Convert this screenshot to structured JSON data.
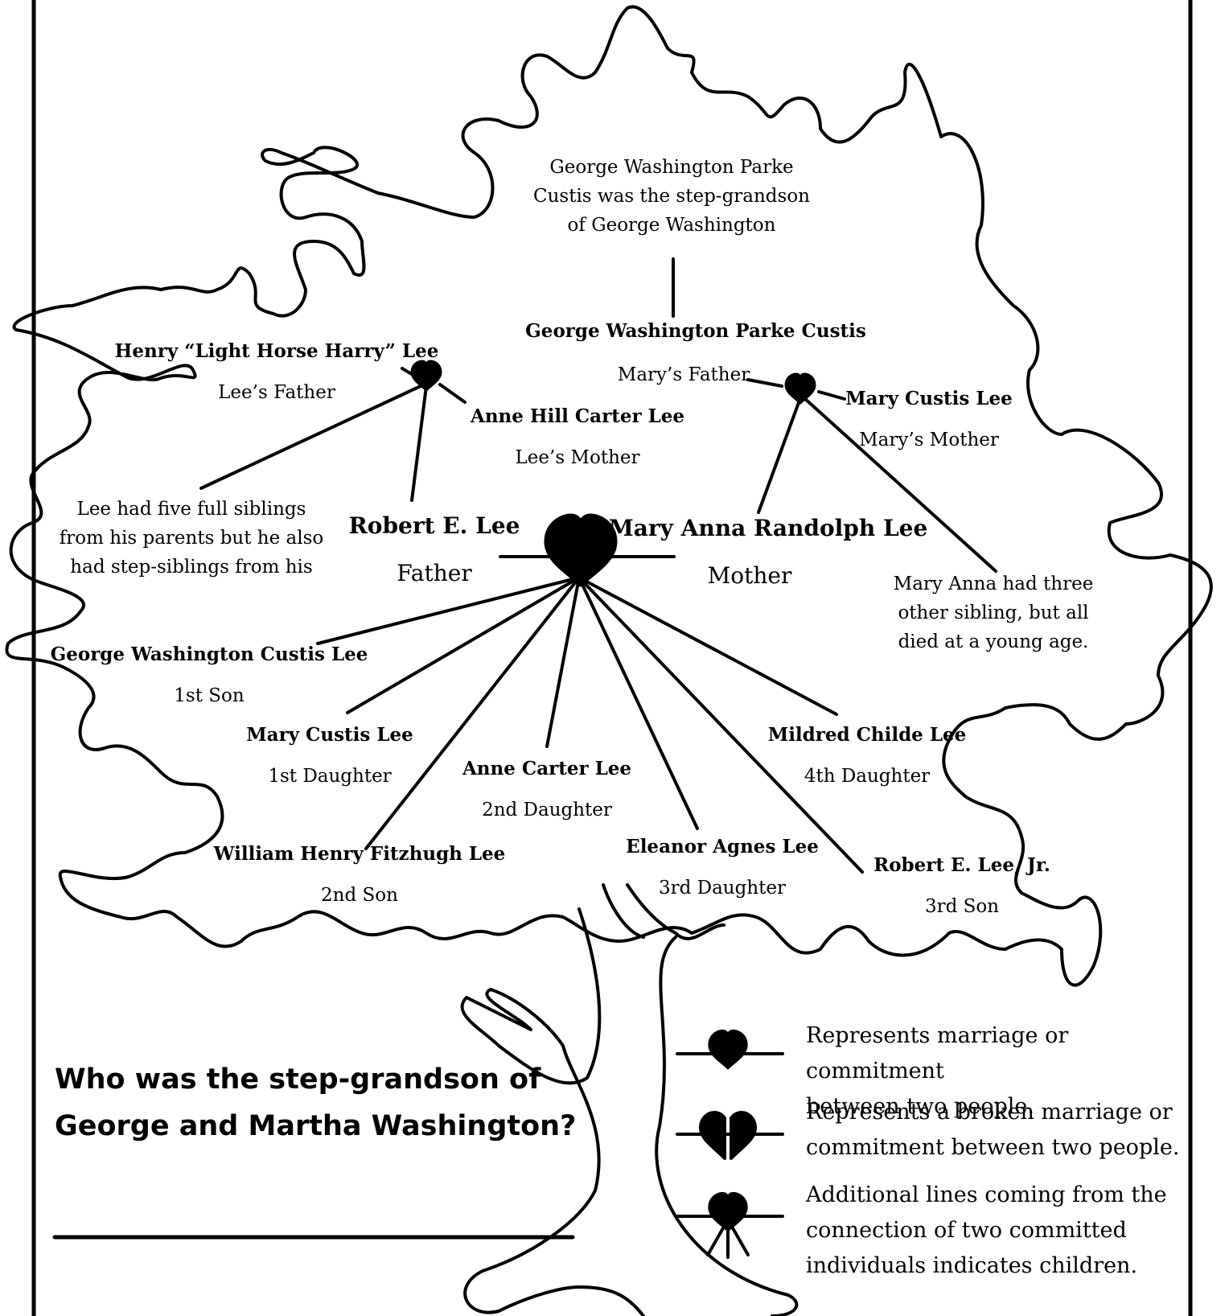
{
  "tree": {
    "top_note": [
      "George Washington Parke",
      "Custis was the step-grandson",
      "of George Washington"
    ],
    "gwp_custis": {
      "name": "George Washington Parke Custis",
      "role": "Mary’s Father"
    },
    "mary_custis_lee_mother": {
      "name": "Mary Custis Lee",
      "role": "Mary’s Mother"
    },
    "henry_lee": {
      "name": "Henry “Light Horse Harry”  Lee",
      "role": "Lee’s Father"
    },
    "anne_hill_carter_lee": {
      "name": "Anne Hill Carter Lee",
      "role": "Lee’s Mother"
    },
    "siblings_note": [
      "Lee had five full siblings",
      "from his parents but he also",
      "had step-siblings from his"
    ],
    "robert_e_lee": {
      "name": "Robert E. Lee",
      "role": "Father"
    },
    "mary_anna": {
      "name": "Mary Anna Randolph Lee",
      "role": "Mother"
    },
    "mary_anna_note": [
      "Mary Anna had three",
      "other sibling, but all",
      "died at a young age."
    ],
    "children": [
      {
        "name": "George Washington Custis Lee",
        "role": "1st Son"
      },
      {
        "name": "Mary Custis Lee",
        "role": "1st Daughter"
      },
      {
        "name": "William Henry Fitzhugh Lee",
        "role": "2nd Son"
      },
      {
        "name": "Anne Carter Lee",
        "role": "2nd Daughter"
      },
      {
        "name": "Eleanor Agnes Lee",
        "role": "3rd Daughter"
      },
      {
        "name": "Mildred Childe Lee",
        "role": "4th Daughter"
      },
      {
        "name": "Robert E. Lee, Jr.",
        "role": "3rd Son"
      }
    ]
  },
  "question": [
    "Who was the step-grandson of",
    "George and Martha Washington?"
  ],
  "legend": [
    {
      "icon": "heart-icon",
      "text": [
        "Represents marriage or commitment",
        "between two people."
      ]
    },
    {
      "icon": "broken-heart-icon",
      "text": [
        "Represents a broken marriage or",
        "commitment between two people."
      ]
    },
    {
      "icon": "heart-children-icon",
      "text": [
        "Additional lines coming from the",
        "connection of two committed",
        "individuals indicates children."
      ]
    }
  ]
}
